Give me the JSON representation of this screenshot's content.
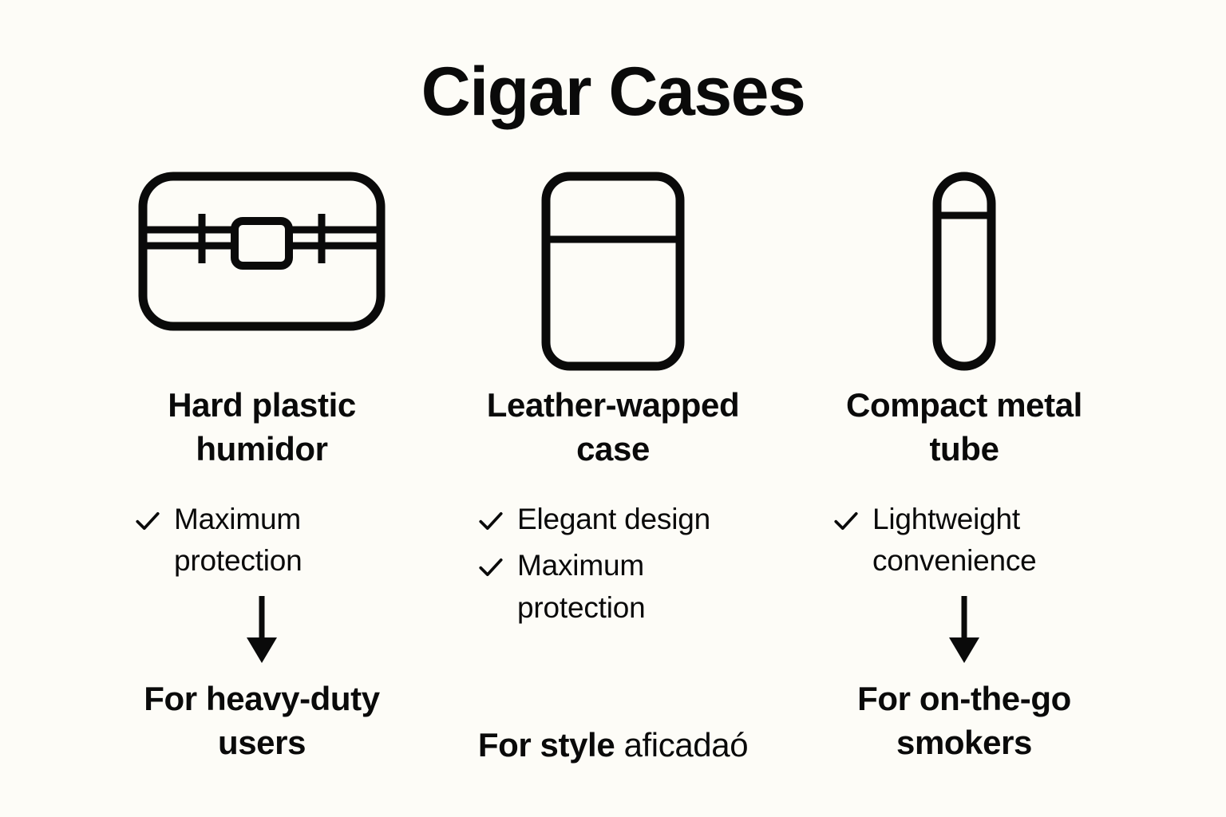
{
  "title": "Cigar Cases",
  "theme": {
    "background": "#fdfcf7",
    "ink": "#0a0a0a"
  },
  "columns": [
    {
      "icon": "hard-case-humidor-icon",
      "title": "Hard plastic humidor",
      "features": [
        {
          "icon": "check-icon",
          "label": "Maximum protection"
        }
      ],
      "has_arrow": true,
      "arrow_icon": "arrow-down-icon",
      "conclusion": "For heavy-duty users",
      "conclusion_bold": "For heavy-duty users",
      "conclusion_light": ""
    },
    {
      "icon": "leather-wrapped-case-icon",
      "title": "Leather-wapped case",
      "features": [
        {
          "icon": "check-icon",
          "label": "Elegant design"
        },
        {
          "icon": "check-icon",
          "label": "Maximum protection"
        }
      ],
      "has_arrow": false,
      "arrow_icon": "",
      "conclusion": "For style aficadaó",
      "conclusion_bold": "For style",
      "conclusion_light": "aficadaó"
    },
    {
      "icon": "metal-tube-icon",
      "title": "Compact metal tube",
      "features": [
        {
          "icon": "check-icon",
          "label": "Lightweight convenience"
        }
      ],
      "has_arrow": true,
      "arrow_icon": "arrow-down-icon",
      "conclusion": "For on-the-go smokers",
      "conclusion_bold": "For on-the-go smokers",
      "conclusion_light": ""
    }
  ]
}
